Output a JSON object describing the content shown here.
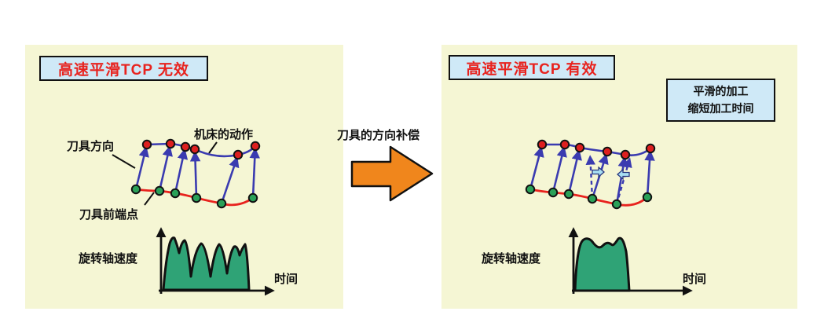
{
  "colors": {
    "panel_bg": "#f5f6d4",
    "box_bg": "#cfe9f7",
    "box_border": "#111111",
    "title_text": "#e8231e",
    "blue_arrow": "#3a3bb0",
    "red_curve": "#e8231e",
    "red_dot": "#dd1f1f",
    "green_dot": "#2aa158",
    "chart_green": "#2fa376",
    "orange_arrow": "#f0861c",
    "cyan_arrow": "#a8dff2"
  },
  "left_panel": {
    "title": "高速平滑TCP 无效",
    "labels": {
      "tool_direction": "刀具方向",
      "machine_motion": "机床的动作",
      "tool_tip": "刀具前端点",
      "speed_axis": "旋转轴速度",
      "time_axis": "时间"
    }
  },
  "middle": {
    "caption": "刀具的方向补偿"
  },
  "right_panel": {
    "title": "高速平滑TCP 有效",
    "info_box": {
      "line1": "平滑的加工",
      "line2": "缩短加工时间"
    },
    "labels": {
      "speed_axis": "旋转轴速度",
      "time_axis": "时间"
    }
  }
}
